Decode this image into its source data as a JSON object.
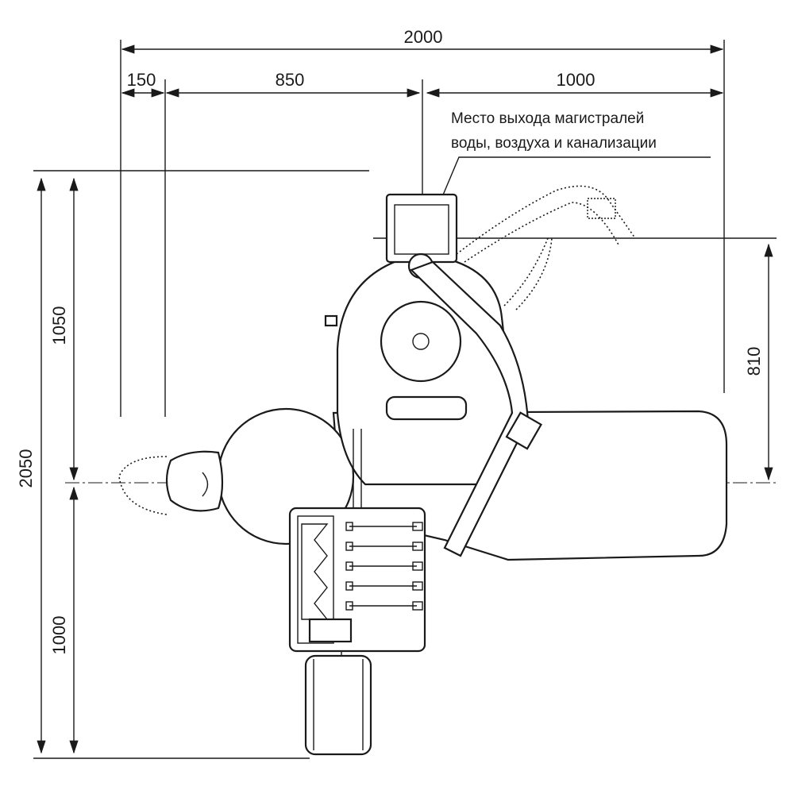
{
  "dimensions": {
    "total_width": "2000",
    "offset_left": "150",
    "to_outlet": "850",
    "outlet_to_right": "1000",
    "total_length": "2050",
    "upper_length": "1050",
    "lower_length": "1000",
    "outlet_to_axis": "810"
  },
  "note": {
    "line1": "Место выхода магистралей",
    "line2": "воды, воздуха и канализации"
  }
}
